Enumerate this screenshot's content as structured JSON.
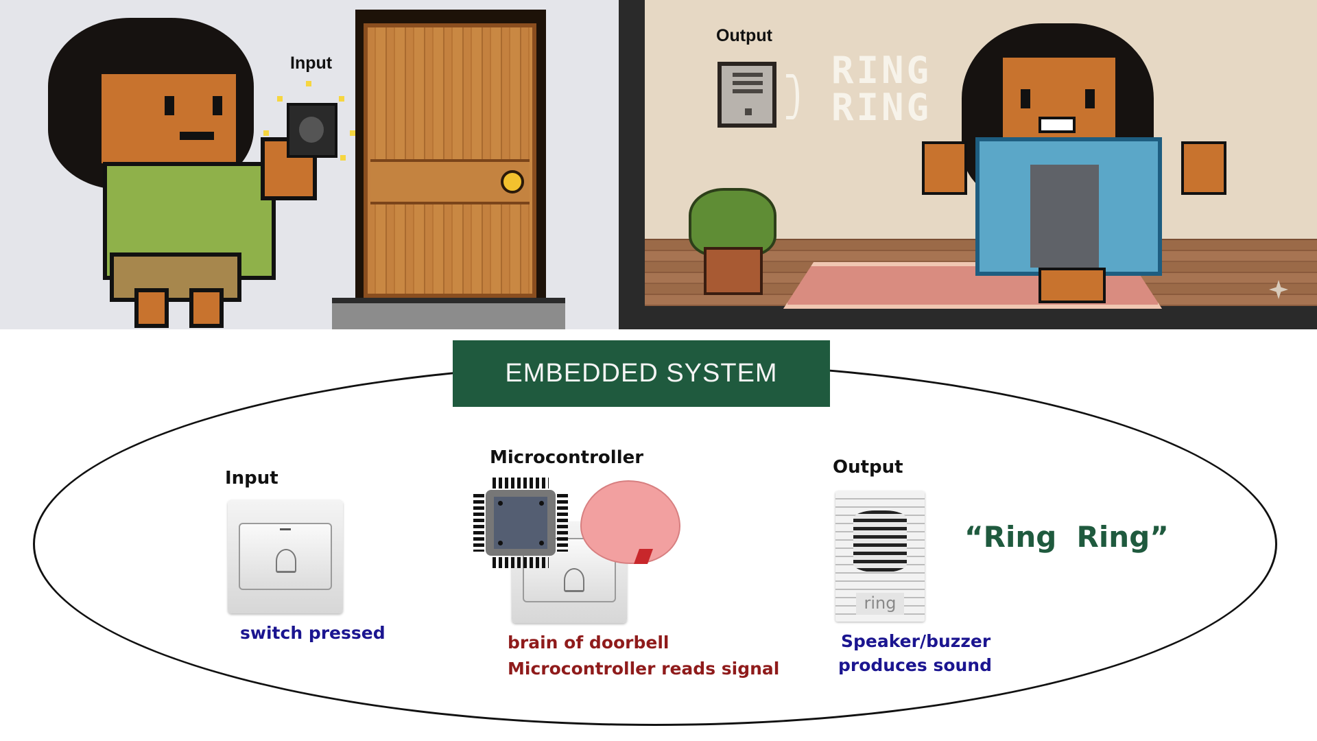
{
  "top_left_panel": {
    "label": "Input",
    "scene": "pixel-art girl pressing doorbell button next to wooden door"
  },
  "top_right_panel": {
    "label": "Output",
    "sound_text_line1": "RING",
    "sound_text_line2": "RING",
    "scene": "pixel-art girl reacting to doorbell chime in room"
  },
  "diagram": {
    "title": "EMBEDDED SYSTEM",
    "input": {
      "label": "Input",
      "caption": "switch pressed"
    },
    "microcontroller": {
      "label": "Microcontroller",
      "caption_line1": "brain of doorbell",
      "caption_line2": "Microcontroller reads signal"
    },
    "output": {
      "label": "Output",
      "device_brand": "ring",
      "caption_line1": "Speaker/buzzer",
      "caption_line2": "produces sound",
      "sound_quote": "“Ring  Ring”"
    }
  },
  "colors": {
    "title_bg": "#1f5a3e",
    "input_caption": "#1b1590",
    "micro_caption": "#8f1b1b",
    "quote": "#1f5a3e"
  }
}
